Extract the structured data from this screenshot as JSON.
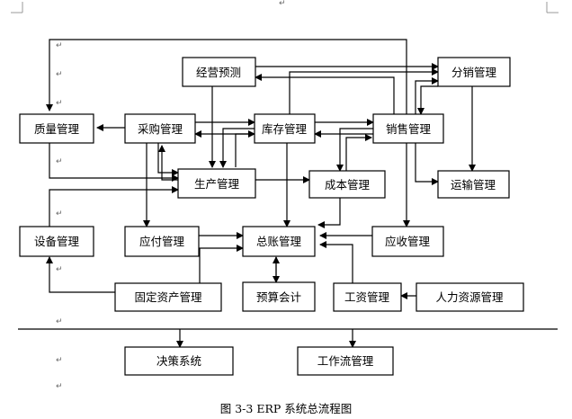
{
  "diagram": {
    "caption": "图 3-3 ERP 系统总流程图",
    "paragraph_mark": "↵",
    "nodes": {
      "forecast": "经营预测",
      "distribution": "分销管理",
      "quality": "质量管理",
      "purchase": "采购管理",
      "inventory": "库存管理",
      "sales": "销售管理",
      "production": "生产管理",
      "cost": "成本管理",
      "transport": "运输管理",
      "equipment": "设备管理",
      "payable": "应付管理",
      "ledger": "总账管理",
      "receivable": "应收管理",
      "fixed_assets": "固定资产管理",
      "budget": "预算会计",
      "payroll": "工资管理",
      "hr": "人力资源管理",
      "decision": "决策系统",
      "workflow": "工作流管理"
    }
  }
}
